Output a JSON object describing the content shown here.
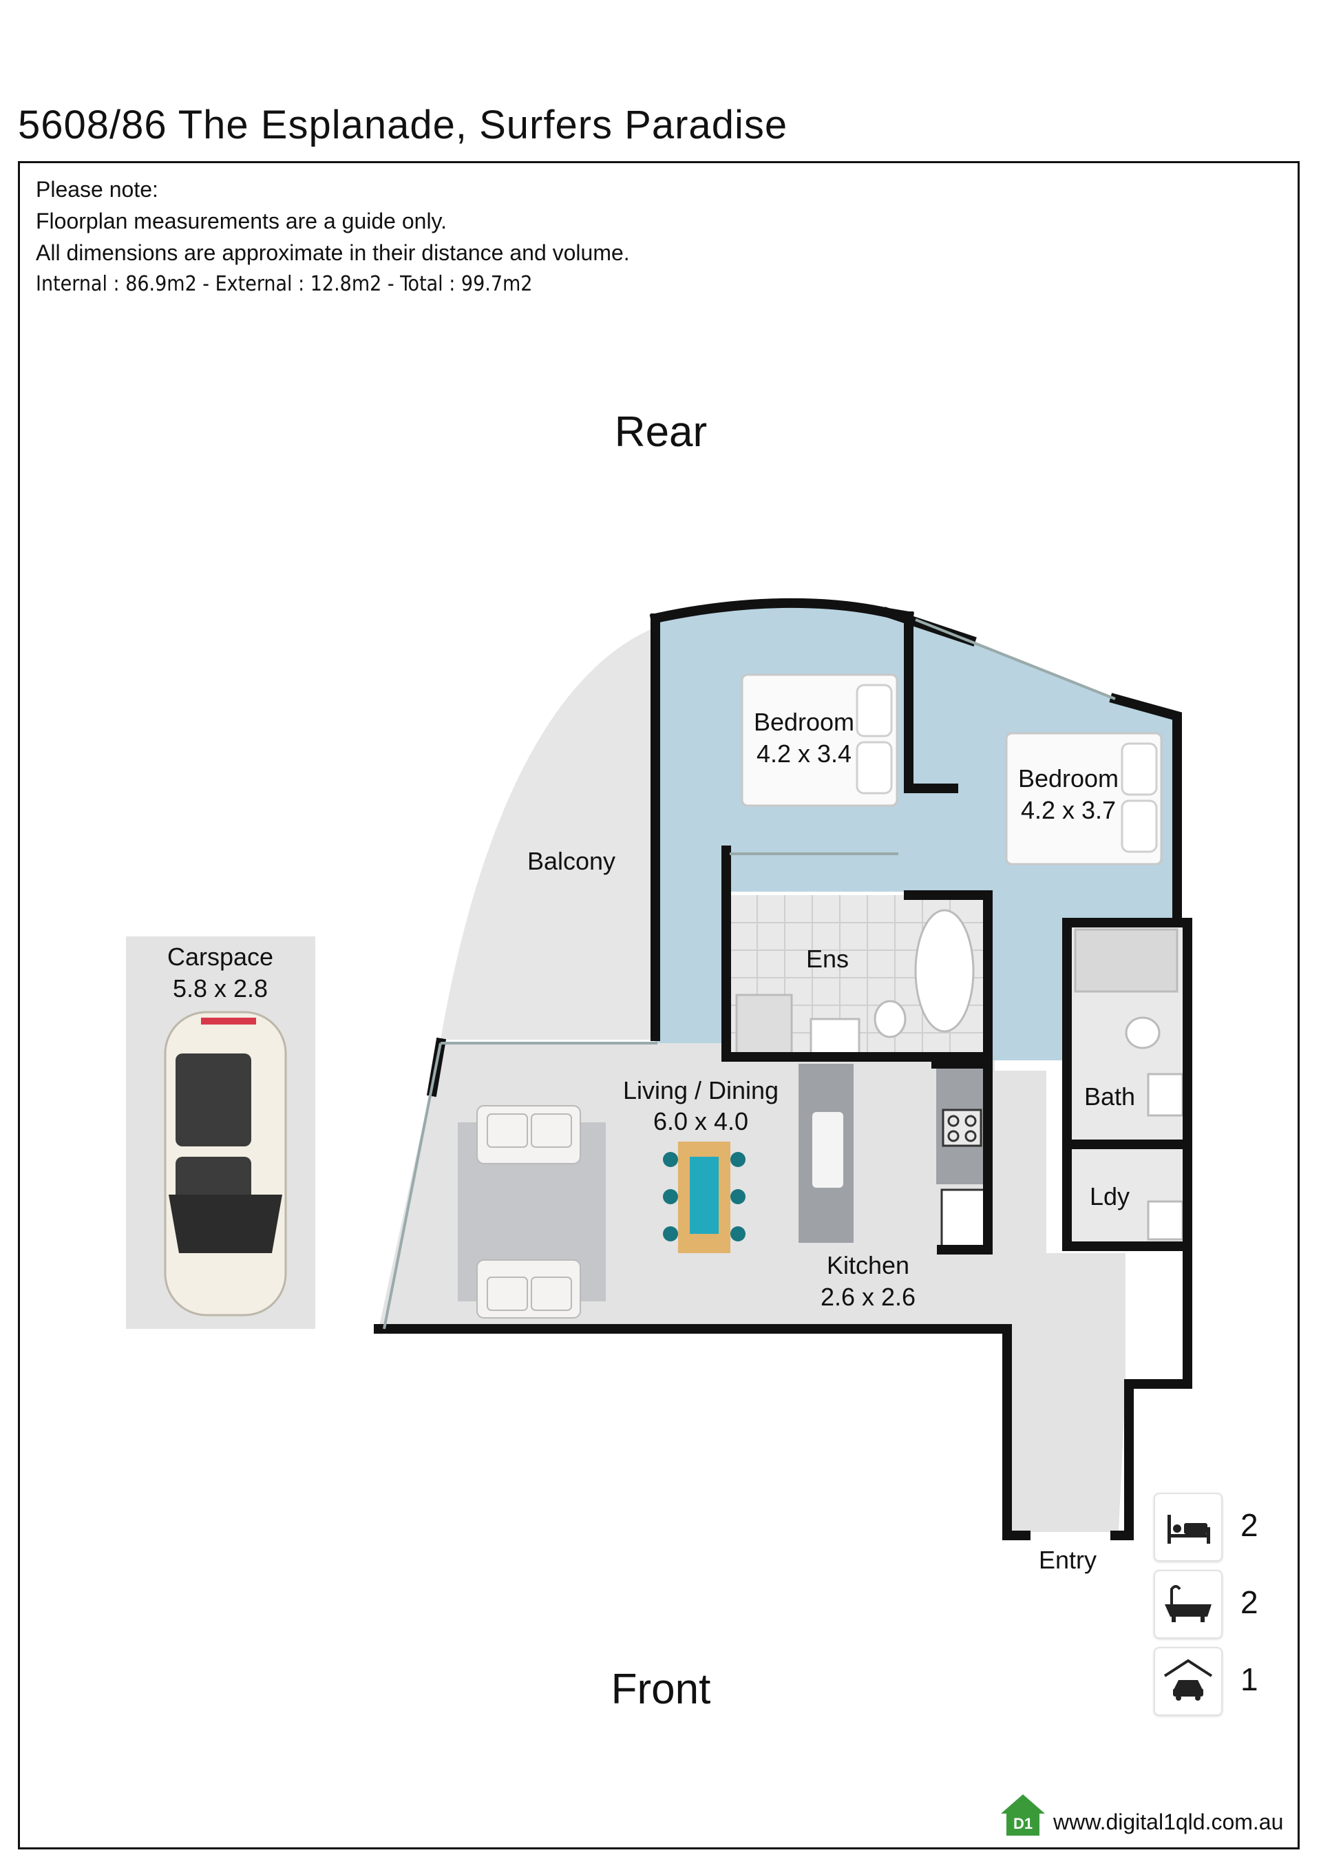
{
  "title": "5608/86 The Esplanade, Surfers Paradise",
  "notes": {
    "heading": "Please note:",
    "line1": "Floorplan measurements are a guide only.",
    "line2": "All dimensions are approximate in their distance and volume.",
    "totals": "Internal : 86.9m2 - External : 12.8m2 - Total : 99.7m2"
  },
  "orientation": {
    "top": "Rear",
    "bottom": "Front"
  },
  "rooms": {
    "bedroom1": {
      "name": "Bedroom",
      "size": "4.2 x 3.4"
    },
    "bedroom2": {
      "name": "Bedroom",
      "size": "4.2 x 3.7"
    },
    "balcony": {
      "name": "Balcony"
    },
    "ensuite": {
      "name": "Ens"
    },
    "living": {
      "name": "Living / Dining",
      "size": "6.0 x 4.0"
    },
    "kitchen": {
      "name": "Kitchen",
      "size": "2.6 x 2.6"
    },
    "bath": {
      "name": "Bath"
    },
    "laundry": {
      "name": "Ldy"
    },
    "entry": {
      "name": "Entry"
    },
    "carspace": {
      "name": "Carspace",
      "size": "5.8 x 2.8"
    }
  },
  "summary": {
    "bedrooms": {
      "icon": "bed-icon",
      "count": "2"
    },
    "bathrooms": {
      "icon": "bathtub-icon",
      "count": "2"
    },
    "carspaces": {
      "icon": "car-icon",
      "count": "1"
    }
  },
  "logo": {
    "mark": "D1",
    "website": "www.digital1qld.com.au"
  },
  "colors": {
    "bedroom_floor": "#b9d3e0",
    "floor_grey": "#e3e3e3",
    "wall": "#111111",
    "logo_green": "#3a9a3a"
  }
}
